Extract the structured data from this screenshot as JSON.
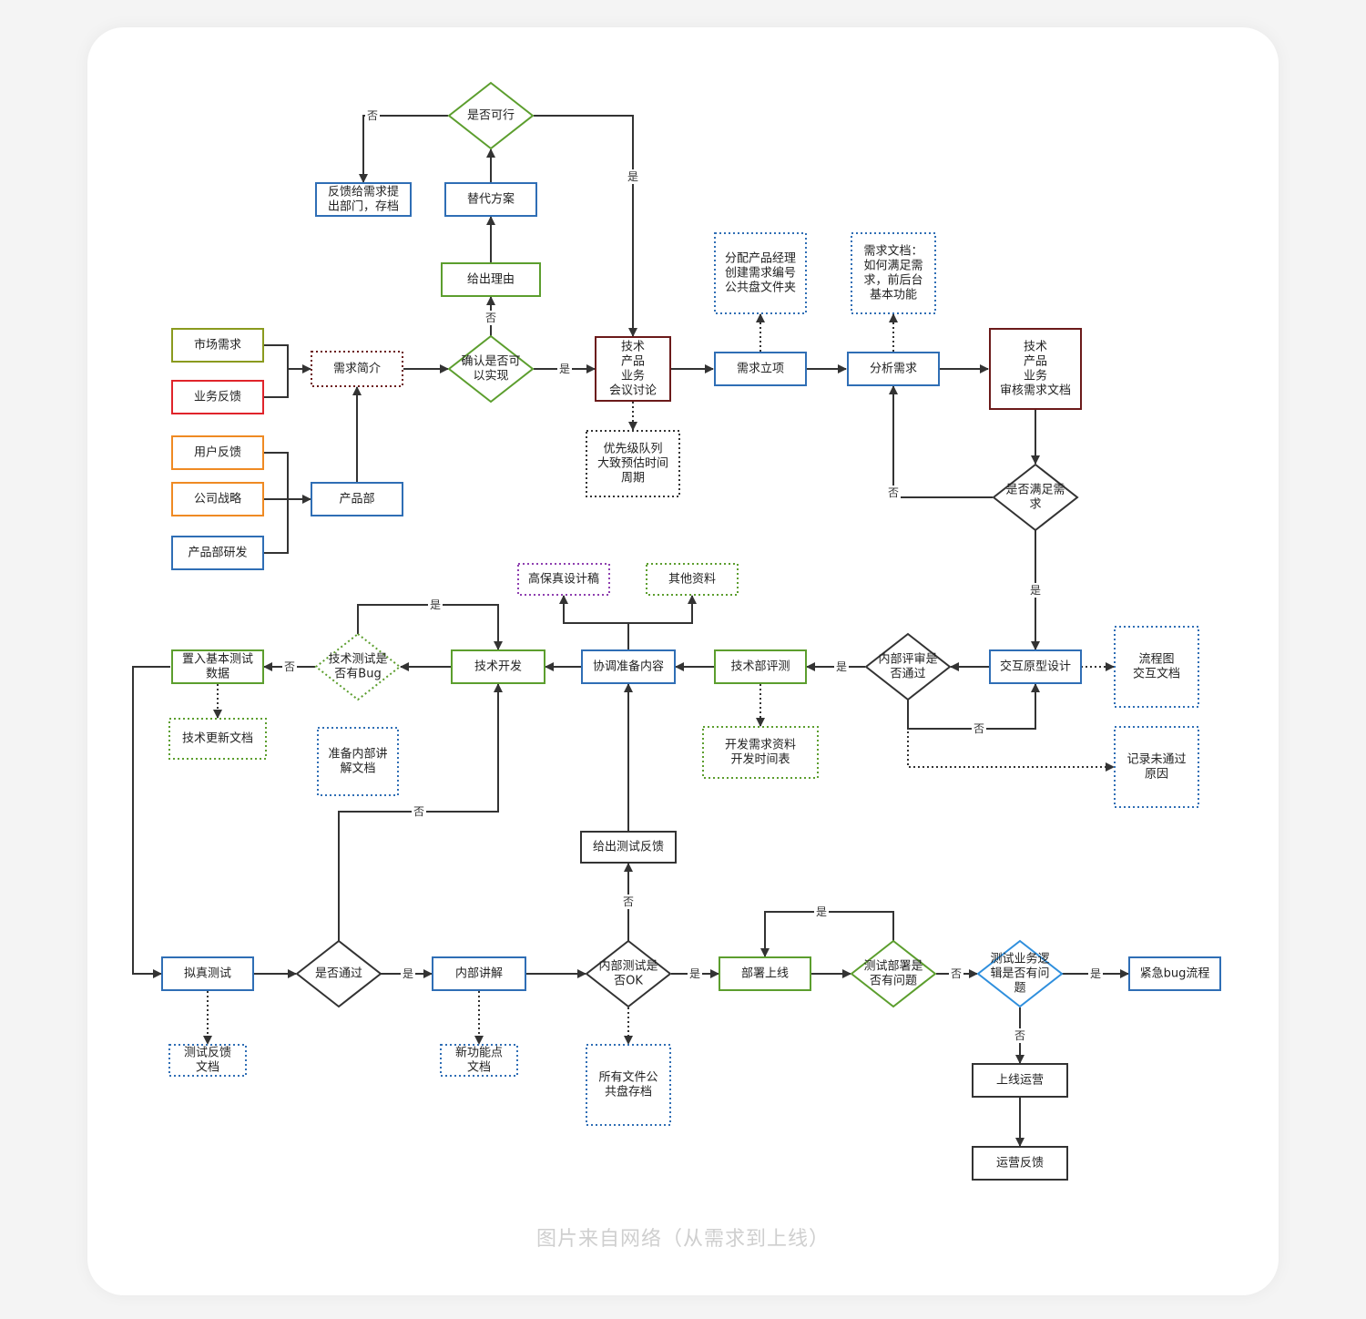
{
  "caption": "图片来自网络（从需求到上线）",
  "colors": {
    "olive": "#8a9a1e",
    "red": "#e0242b",
    "orange": "#ef8a23",
    "blue": "#2f6eb5",
    "green": "#5c9e2e",
    "darkred": "#6b1a1a",
    "dark": "#333333",
    "purple": "#8e3fb0",
    "diamond_blue": "#2f8fdd"
  },
  "nodes": {
    "shichang": "市场需求",
    "yewufankui": "业务反馈",
    "yonghufankui": "用户反馈",
    "gongsizhanlue": "公司战略",
    "chanpinbuyanfa": "产品部研发",
    "xuqiujianjie": "需求简介",
    "chanpinbu": "产品部",
    "queren": [
      "确认是否可",
      "以实现"
    ],
    "geichuliyou": "给出理由",
    "tidaifangan": "替代方案",
    "shifoukexing": "是否可行",
    "fankuigei": [
      "反馈给需求提",
      "出部门，存档"
    ],
    "jishuhuiyi": [
      "技术",
      "产品",
      "业务",
      "会议讨论"
    ],
    "youxianji": [
      "优先级队列",
      "大致预估时间",
      "周期"
    ],
    "xuqiulixiang": "需求立项",
    "fenpei": [
      "分配产品经理",
      "创建需求编号",
      "公共盘文件夹"
    ],
    "fenxixuqiu": "分析需求",
    "xuqiuwendang": [
      "需求文档：",
      "如何满足需",
      "求，前后台",
      "基本功能"
    ],
    "shenhe": [
      "技术",
      "产品",
      "业务",
      "审核需求文档"
    ],
    "shifoumanzu": [
      "是否满足需",
      "求"
    ],
    "jiaohu": "交互原型设计",
    "liuchengtu": [
      "流程图",
      "交互文档"
    ],
    "neibupingshen": [
      "内部评审是",
      "否通过"
    ],
    "jilu": [
      "记录未通过",
      "原因"
    ],
    "jishubupingce": "技术部评测",
    "kaifaxuqiu": [
      "开发需求资料",
      "开发时间表"
    ],
    "xietiao": "协调准备内容",
    "gaobaozhen": "高保真设计稿",
    "qitaziliao": "其他资料",
    "jishukaifa": "技术开发",
    "jishuceshi": [
      "技术测试是",
      "否有Bug"
    ],
    "zhiru": [
      "置入基本测试",
      "数据"
    ],
    "jishugengxin": "技术更新文档",
    "zhunbei": [
      "准备内部讲",
      "解文档"
    ],
    "geichuceshi": "给出测试反馈",
    "nizhenceshi": "拟真测试",
    "ceshifankui": [
      "测试反馈",
      "文档"
    ],
    "shifoutongguo": "是否通过",
    "neibujiangjie": "内部讲解",
    "xingongneng": [
      "新功能点",
      "文档"
    ],
    "neibuceshi": [
      "内部测试是",
      "否OK"
    ],
    "suoyouwenjian": [
      "所有文件公",
      "共盘存档"
    ],
    "bushu": "部署上线",
    "ceshibushu": [
      "测试部署是",
      "否有问题"
    ],
    "ceshiyewu": [
      "测试业务逻",
      "辑是否有问",
      "题"
    ],
    "jinji": "紧急bug流程",
    "shangxian": "上线运营",
    "yunying": "运营反馈"
  },
  "edge_labels": {
    "yes": "是",
    "no": "否"
  }
}
